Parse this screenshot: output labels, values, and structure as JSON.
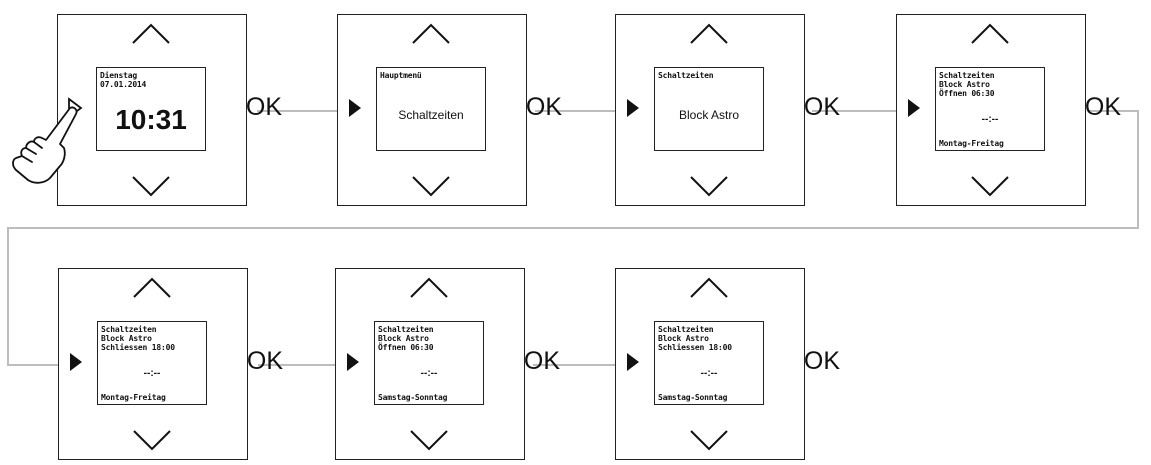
{
  "ok_label": "OK",
  "steps": [
    {
      "lines": [
        "Dienstag",
        "07.01.2014"
      ],
      "time": "10:31"
    },
    {
      "lines": [
        "Hauptmenü"
      ],
      "center": "Schaltzeiten"
    },
    {
      "lines": [
        "Schaltzeiten"
      ],
      "center": "Block Astro"
    },
    {
      "lines": [
        "Schaltzeiten",
        "Block Astro",
        "Öffnen 06:30"
      ],
      "placeholder": "--:--",
      "footer": "Montag-Freitag"
    },
    {
      "lines": [
        "Schaltzeiten",
        "Block Astro",
        "Schliessen 18:00"
      ],
      "placeholder": "--:--",
      "footer": "Montag-Freitag"
    },
    {
      "lines": [
        "Schaltzeiten",
        "Block Astro",
        "Öffnen 06:30"
      ],
      "placeholder": "--:--",
      "footer": "Samstag-Sonntag"
    },
    {
      "lines": [
        "Schaltzeiten",
        "Block Astro",
        "Schliessen 18:00"
      ],
      "placeholder": "--:--",
      "footer": "Samstag-Sonntag"
    }
  ]
}
